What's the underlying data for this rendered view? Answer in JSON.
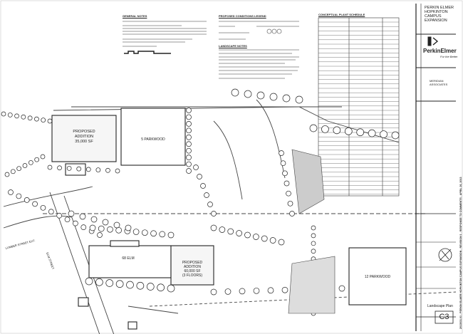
{
  "notes": {
    "general_notes_title": "GENERAL NOTES",
    "legend_title": "PROPOSED CONDITIONS LEGEND",
    "landscape_notes_title": "LANDSCAPE NOTES",
    "plant_schedule_title": "CONCEPTUAL PLANT SCHEDULE"
  },
  "plan": {
    "building_5_parkwood": "5 PARKWOOD",
    "addition_1_line1": "PROPOSED",
    "addition_1_line2": "ADDITION",
    "addition_1_line3": "35,000 SF",
    "building_68_elm": "68 ELM",
    "addition_2_line1": "PROPOSED",
    "addition_2_line2": "ADDITION",
    "addition_2_line3": "60,000 SF",
    "addition_2_line4": "(3 FLOORS)",
    "building_12_parkwood": "12 PARKWOOD",
    "street_lumber": "LUMBER STREET EXT.",
    "street_elm": "ELM STREET"
  },
  "title_block": {
    "project_line1": "PERKIN ELMER",
    "project_line2": "HOPKINTON",
    "project_line3": "CAMPUS EXPANSION",
    "client_logo": "PerkinElmer",
    "client_tagline": "For the Better",
    "engineer_line1": "MERIDIAN",
    "engineer_line2": "ASSOCIATES",
    "sheet_title": "Landscape Plan",
    "sheet_number": "C3",
    "vertical_caption": "2013031.01 - PERKIN ELMER HOPKINTON CAMPUS EXPANSION - REVISION 1 - RESPONSE TO COMMENTS - APRIL 26, 2013"
  }
}
